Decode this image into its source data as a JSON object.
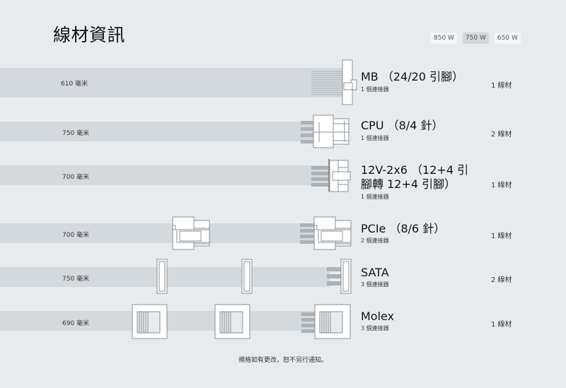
{
  "page": {
    "title": "線材資訊",
    "footer_note": "規格如有更改，恕不另行通知。"
  },
  "wattage_tabs": [
    {
      "label": "850 W",
      "active": false
    },
    {
      "label": "750 W",
      "active": true
    },
    {
      "label": "650 W",
      "active": false
    }
  ],
  "cables": [
    {
      "id": "mb",
      "length": "610 毫米",
      "name": "MB （24/20 引腳）",
      "connectors": "1 個連接器",
      "cable_count": "1 線材",
      "icon": "mb-24pin-connector-icon"
    },
    {
      "id": "cpu",
      "length": "750 毫米",
      "name": "CPU （8/4 針）",
      "connectors": "1 個連接器",
      "cable_count": "2 線材",
      "icon": "cpu-8pin-connector-icon"
    },
    {
      "id": "12v2x6",
      "length": "700 毫米",
      "name_line1": "12V-2x6 （12+4 引",
      "name_line2": "腳轉 12+4 引腳）",
      "connectors": "1 個連接器",
      "cable_count": "1 線材",
      "icon": "12v-2x6-connector-icon"
    },
    {
      "id": "pcie",
      "length": "700 毫米",
      "name": "PCIe （8/6 針）",
      "connectors": "2 個連接器",
      "cable_count": "1 線材",
      "icon": "pcie-connector-icon"
    },
    {
      "id": "sata",
      "length": "750 毫米",
      "name": "SATA",
      "connectors": "3 個連接器",
      "cable_count": "2 線材",
      "icon": "sata-connector-icon"
    },
    {
      "id": "molex",
      "length": "690 毫米",
      "name": "Molex",
      "connectors": "3 個連接器",
      "cable_count": "1 線材",
      "icon": "molex-connector-icon"
    }
  ],
  "colors": {
    "background": "#e8ebee",
    "cable_bar": "#d4d9de",
    "wire": "#a9b2ba",
    "connector_fill": "#ffffff",
    "connector_stroke": "#8a8f94",
    "active_tab": "#d2d7dc"
  }
}
